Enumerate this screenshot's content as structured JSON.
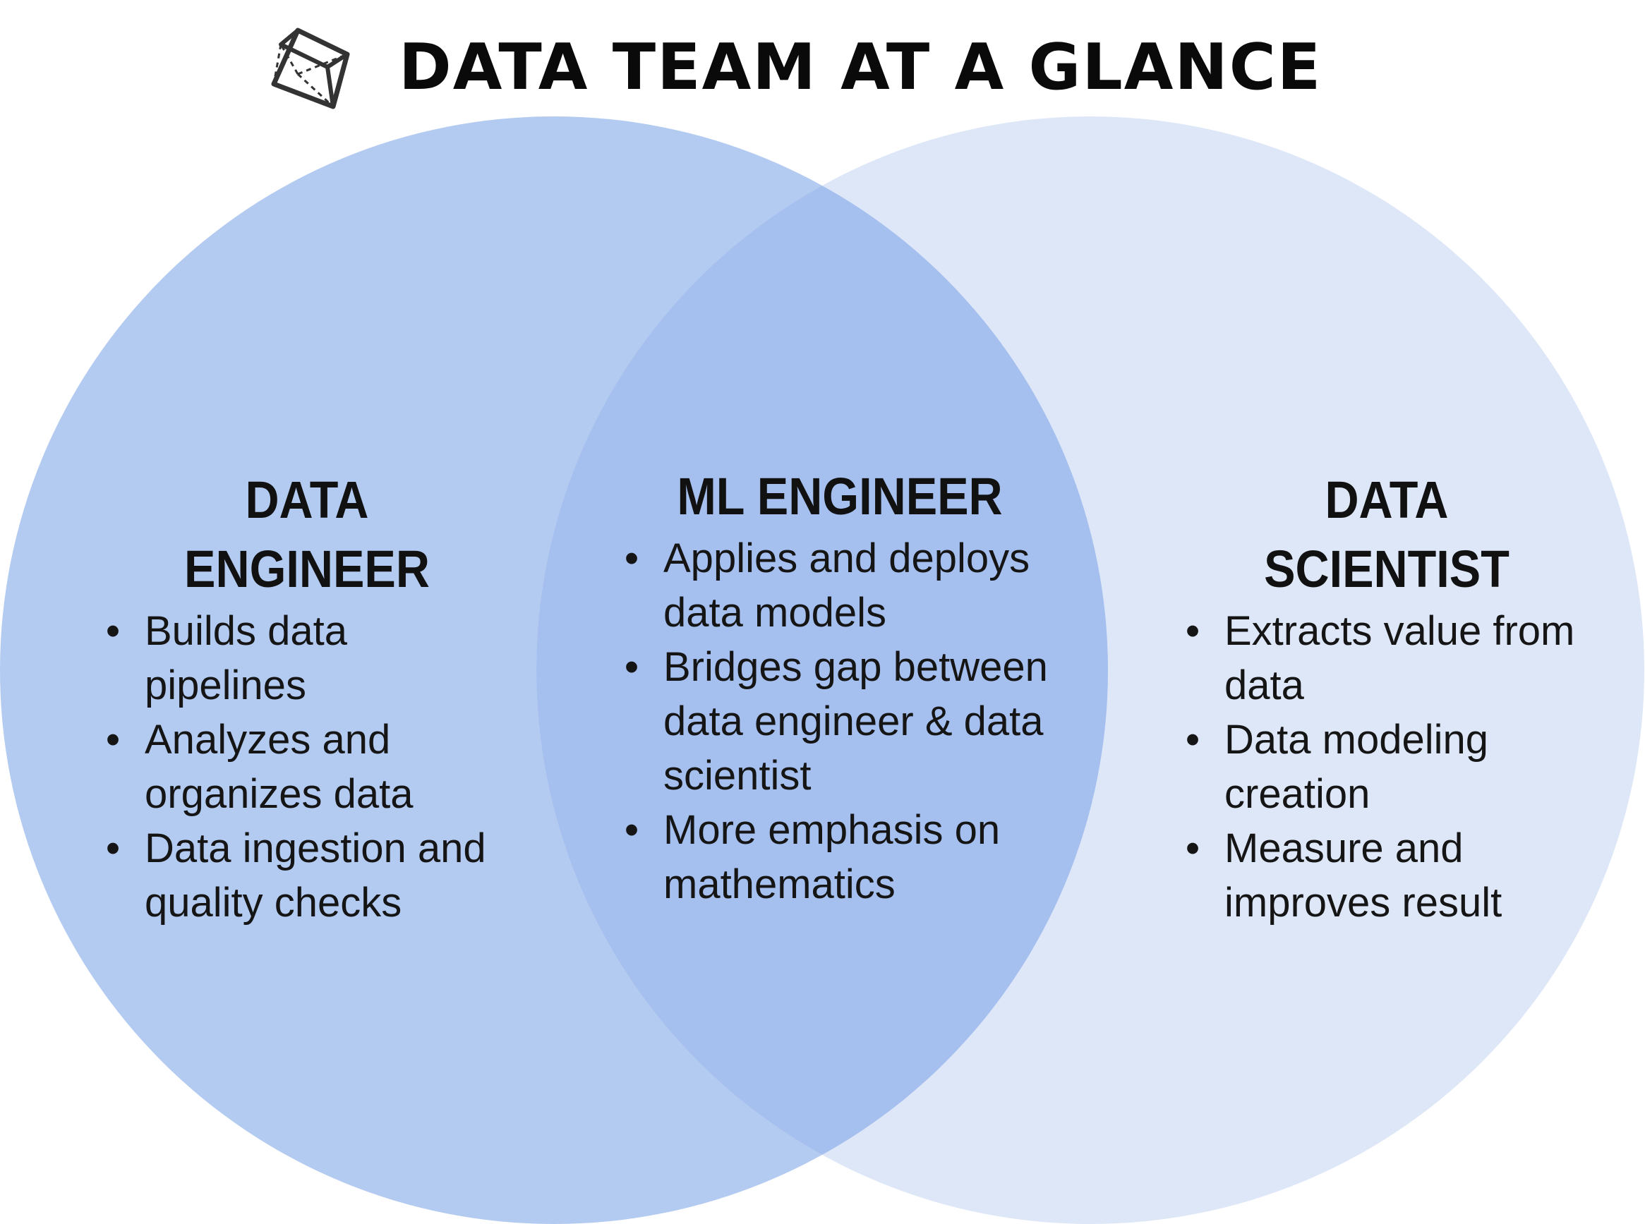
{
  "title": "DATA TEAM AT A GLANCE",
  "title_icon": "cube-icon",
  "colors": {
    "left_circle": "#b3caf1",
    "right_circle": "#dee7f8",
    "overlap": "#a5bfee",
    "text": "#111111"
  },
  "panels": {
    "left": {
      "heading_lines": [
        "DATA",
        "ENGINEER"
      ],
      "items": [
        "Builds data pipelines",
        "Analyzes and organizes data",
        "Data ingestion and quality checks"
      ]
    },
    "center": {
      "heading_lines": [
        "ML ENGINEER"
      ],
      "items": [
        "Applies and deploys data models",
        "Bridges gap between data engineer & data scientist",
        "More emphasis on mathematics"
      ]
    },
    "right": {
      "heading_lines": [
        "DATA",
        "SCIENTIST"
      ],
      "items": [
        "Extracts value from data",
        "Data modeling creation",
        "Measure and improves result"
      ]
    }
  }
}
